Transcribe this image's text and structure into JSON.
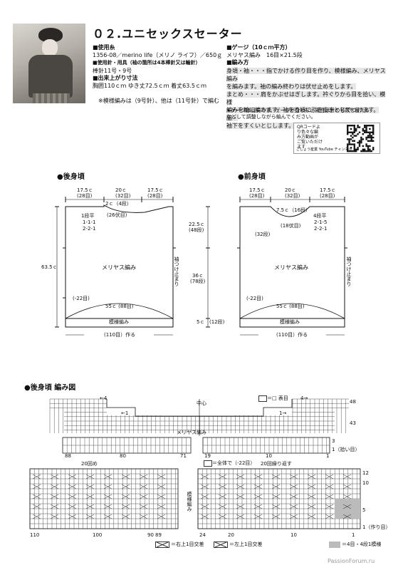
{
  "header": {
    "title": "０２.ユニセックスセーター",
    "yarn_heading": "■使用糸",
    "yarn_value": "1356-08／merino life（メリノ ライフ）／650ｇ",
    "needles_heading": "■使用針・用具（袖の箇所は4本棒針又は輪針）",
    "needles_value": "棒針11号・9号",
    "size_heading": "■出来上がり寸法",
    "size_value": "胸囲110ｃｍ ゆき丈72.5ｃｍ 着丈63.5ｃｍ",
    "needle_note": "※模様編みは（9号針）、他は（11号針）で編む",
    "gauge_heading": "■ゲージ（10ｃｍ平方）",
    "gauge_value": "メリヤス編み　16目×21.5段",
    "method_heading": "■編み方",
    "method_lines": [
      "身頃・袖・・・指でかける作り目を作り、模様編み、メリヤス編み",
      "を編みます。袖の編み終わりは伏せ止めをします。",
      "まとめ・・・肩をかぶせはぎします。衿ぐりから目を拾い、模様",
      "編みを輪に編みます。袖を身頃に引き抜きとじでつけます。脇・",
      "袖下をすくいとじします。"
    ],
    "gauge_note_1": "★ゲージは目安です。ゲージが合わない場合は針の号数を替える",
    "gauge_note_2": "などして調整しながら編んでください。",
    "qr_text": [
      "QRコードよ",
      "り色々な編",
      "み方動画が",
      "ご覧いただけ",
      "ます"
    ],
    "qr_caption": "ごしょう産業 YouTube チャンネル"
  },
  "back": {
    "heading": "●後身頃",
    "w_side_l": "17.5ｃ",
    "w_side_l_st": "(28目)",
    "w_mid": "20ｃ",
    "w_mid_st": "(32目)",
    "w_side_r": "17.5ｃ",
    "w_side_r_st": "(28目)",
    "neck_h": "2ｃ（4段）",
    "bind": "(26伏目)",
    "dec_title": "1段平",
    "dec_1": "1-1-1",
    "dec_2": "2-2-1",
    "fabric": "メリヤス編み",
    "sleeve": "袖つけ止まり",
    "total_h": "63.5ｃ",
    "dec_rib": "(-22目)",
    "width_55": "55ｃ (88目)",
    "rib": "模様編み",
    "cast_on": "(110目）作る"
  },
  "mid_dims": {
    "upper": "22.5ｃ",
    "upper_rows": "(48段)",
    "middle": "36ｃ",
    "middle_rows": "(78段)",
    "lower": "5ｃ",
    "lower_rows": "(12段)"
  },
  "front": {
    "heading": "●前身頃",
    "w_side_l": "17.5ｃ",
    "w_side_l_st": "(28目)",
    "w_mid": "20ｃ",
    "w_mid_st": "(32目)",
    "w_side_r": "17.5ｃ",
    "w_side_r_st": "(28目)",
    "neck_h": "7.5ｃ（16段）",
    "bind": "(18伏目)",
    "dec_title": "4段平",
    "dec_1": "2-1-5",
    "dec_2": "2-2-1",
    "side_st": "(32段)",
    "fabric": "メリヤス編み",
    "sleeve": "袖つけ止まり",
    "dec_rib": "(-22目)",
    "width_55": "55ｃ (88目)",
    "rib": "模様編み",
    "cast_on": "(110目）作る"
  },
  "chart": {
    "heading": "●後身頃 編み図",
    "legend_knit": "＝□ 表目",
    "center": "中心",
    "arrow_4_left": "←4",
    "arrow_1_left": "←1",
    "arrow_4_right": "4→",
    "arrow_1_right": "1→",
    "row_48": "48",
    "row_43": "43",
    "fabric": "メリヤス編み",
    "row_3": "3",
    "row_1_pick": "1（拾い目）",
    "st_88": "88",
    "st_80": "80",
    "st_71": "71",
    "st_19": "19",
    "st_10": "10",
    "st_1": "1",
    "repeat_20_left": "20回め",
    "dec_all": "＝全体で（-22目）",
    "repeat_20_right": "20回繰り返す",
    "row_12": "12",
    "row_10": "10",
    "row_5": "5",
    "row_1_cast": "1（作り目）",
    "rib_label": "模様編み",
    "bottom_110": "110",
    "bottom_100": "100",
    "bottom_90": "90",
    "bottom_89": "89",
    "bottom_24": "24",
    "bottom_20": "20",
    "bottom_10": "10",
    "bottom_1": "1",
    "legend_right_cross": "＝右上1目交差",
    "legend_left_cross": "＝左上1目交差",
    "legend_pattern": "＝4目・4段1模様",
    "watermark": "PassionForum.ru"
  }
}
